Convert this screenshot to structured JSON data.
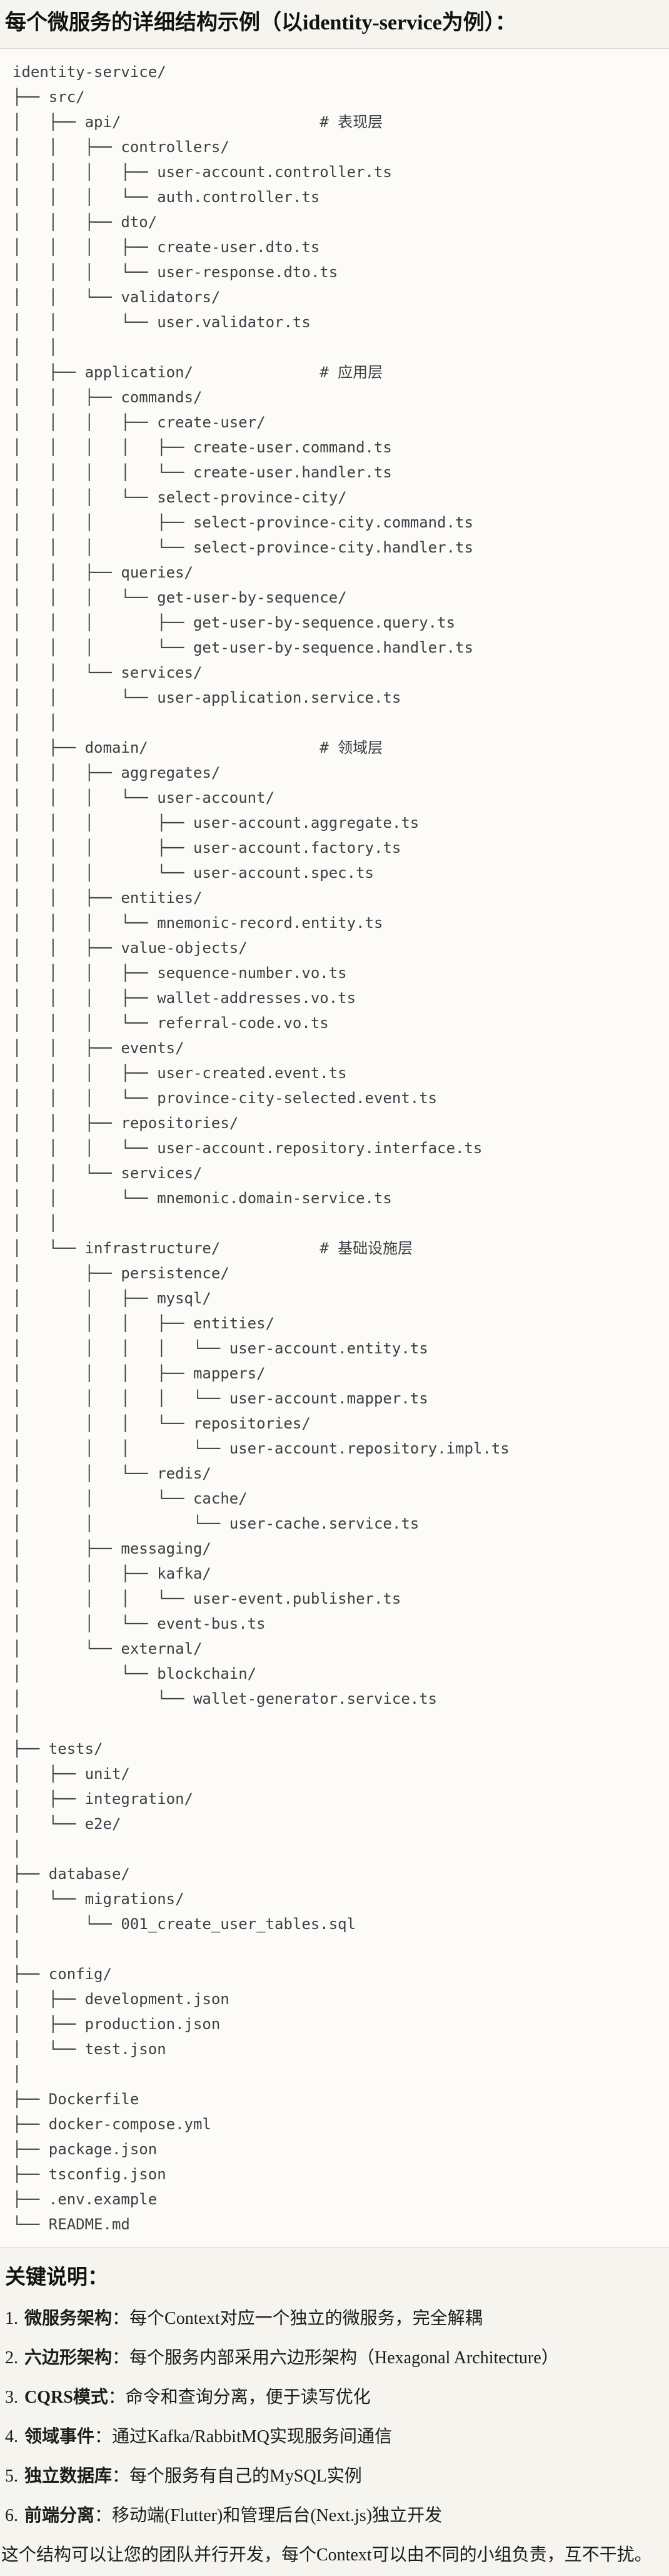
{
  "title": "每个微服务的详细结构示例（以identity-service为例）：",
  "colors": {
    "page_bg": "#f6f4ee",
    "code_bg": "#fcfbf7",
    "code_border": "#dcdbd5",
    "code_text": "#3a4045",
    "text": "#1c1c1c"
  },
  "tree": {
    "lines": [
      "identity-service/",
      "├── src/",
      "│   ├── api/                      # 表现层",
      "│   │   ├── controllers/",
      "│   │   │   ├── user-account.controller.ts",
      "│   │   │   └── auth.controller.ts",
      "│   │   ├── dto/",
      "│   │   │   ├── create-user.dto.ts",
      "│   │   │   └── user-response.dto.ts",
      "│   │   └── validators/",
      "│   │       └── user.validator.ts",
      "│   │",
      "│   ├── application/              # 应用层",
      "│   │   ├── commands/",
      "│   │   │   ├── create-user/",
      "│   │   │   │   ├── create-user.command.ts",
      "│   │   │   │   └── create-user.handler.ts",
      "│   │   │   └── select-province-city/",
      "│   │   │       ├── select-province-city.command.ts",
      "│   │   │       └── select-province-city.handler.ts",
      "│   │   ├── queries/",
      "│   │   │   └── get-user-by-sequence/",
      "│   │   │       ├── get-user-by-sequence.query.ts",
      "│   │   │       └── get-user-by-sequence.handler.ts",
      "│   │   └── services/",
      "│   │       └── user-application.service.ts",
      "│   │",
      "│   ├── domain/                   # 领域层",
      "│   │   ├── aggregates/",
      "│   │   │   └── user-account/",
      "│   │   │       ├── user-account.aggregate.ts",
      "│   │   │       ├── user-account.factory.ts",
      "│   │   │       └── user-account.spec.ts",
      "│   │   ├── entities/",
      "│   │   │   └── mnemonic-record.entity.ts",
      "│   │   ├── value-objects/",
      "│   │   │   ├── sequence-number.vo.ts",
      "│   │   │   ├── wallet-addresses.vo.ts",
      "│   │   │   └── referral-code.vo.ts",
      "│   │   ├── events/",
      "│   │   │   ├── user-created.event.ts",
      "│   │   │   └── province-city-selected.event.ts",
      "│   │   ├── repositories/",
      "│   │   │   └── user-account.repository.interface.ts",
      "│   │   └── services/",
      "│   │       └── mnemonic.domain-service.ts",
      "│   │",
      "│   └── infrastructure/           # 基础设施层",
      "│       ├── persistence/",
      "│       │   ├── mysql/",
      "│       │   │   ├── entities/",
      "│       │   │   │   └── user-account.entity.ts",
      "│       │   │   ├── mappers/",
      "│       │   │   │   └── user-account.mapper.ts",
      "│       │   │   └── repositories/",
      "│       │   │       └── user-account.repository.impl.ts",
      "│       │   └── redis/",
      "│       │       └── cache/",
      "│       │           └── user-cache.service.ts",
      "│       ├── messaging/",
      "│       │   ├── kafka/",
      "│       │   │   └── user-event.publisher.ts",
      "│       │   └── event-bus.ts",
      "│       └── external/",
      "│           └── blockchain/",
      "│               └── wallet-generator.service.ts",
      "│",
      "├── tests/",
      "│   ├── unit/",
      "│   ├── integration/",
      "│   └── e2e/",
      "│",
      "├── database/",
      "│   └── migrations/",
      "│       └── 001_create_user_tables.sql",
      "│",
      "├── config/",
      "│   ├── development.json",
      "│   ├── production.json",
      "│   └── test.json",
      "│",
      "├── Dockerfile",
      "├── docker-compose.yml",
      "├── package.json",
      "├── tsconfig.json",
      "├── .env.example",
      "└── README.md"
    ]
  },
  "notes": {
    "heading": "关键说明：",
    "items": [
      {
        "num": "1.",
        "term": "微服务架构",
        "desc": "：每个Context对应一个独立的微服务，完全解耦"
      },
      {
        "num": "2.",
        "term": "六边形架构",
        "desc": "：每个服务内部采用六边形架构（Hexagonal Architecture）"
      },
      {
        "num": "3.",
        "term": "CQRS模式",
        "desc": "：命令和查询分离，便于读写优化"
      },
      {
        "num": "4.",
        "term": "领域事件",
        "desc": "：通过Kafka/RabbitMQ实现服务间通信"
      },
      {
        "num": "5.",
        "term": "独立数据库",
        "desc": "：每个服务有自己的MySQL实例"
      },
      {
        "num": "6.",
        "term": "前端分离",
        "desc": "：移动端(Flutter)和管理后台(Next.js)独立开发"
      }
    ],
    "footer": "这个结构可以让您的团队并行开发，每个Context可以由不同的小组负责，互不干扰。"
  }
}
